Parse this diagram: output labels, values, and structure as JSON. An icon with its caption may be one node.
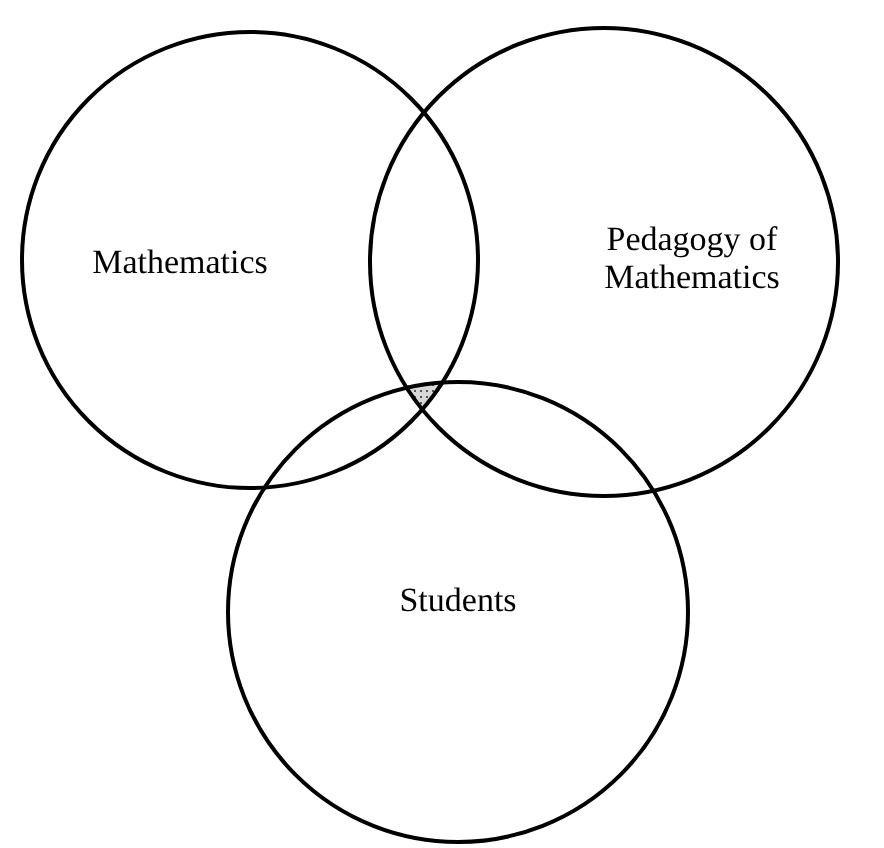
{
  "diagram": {
    "nodes": [
      {
        "text": [
          "Mathematics"
        ]
      },
      {
        "text": [
          "Pedagogy of Mathematics"
        ]
      },
      {
        "text": [
          "Students"
        ]
      }
    ]
  }
}
